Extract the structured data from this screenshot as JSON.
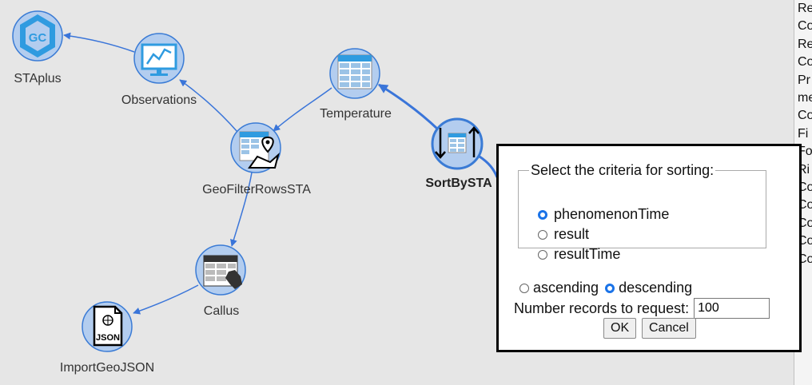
{
  "nodes": {
    "staplus": "STAplus",
    "observations": "Observations",
    "temperature": "Temperature",
    "geofilter": "GeoFilterRowsSTA",
    "sortbysta": "SortBySTA",
    "callus": "Callus",
    "importgeojson": "ImportGeoJSON",
    "json_badge": "JSON"
  },
  "right_panel": {
    "lines": [
      "Re",
      "Co",
      "Re",
      "Co",
      "Pr",
      "me",
      "Co",
      "Fi",
      "Fo",
      "Ri",
      "Co",
      "Co",
      "Co",
      "Co",
      "Co"
    ]
  },
  "dialog": {
    "legend": "Select the criteria for sorting:",
    "criteria": [
      {
        "label": "phenomenonTime",
        "checked": true
      },
      {
        "label": "result",
        "checked": false
      },
      {
        "label": "resultTime",
        "checked": false
      }
    ],
    "order": {
      "ascending_label": "ascending",
      "descending_label": "descending",
      "selected": "descending"
    },
    "records_label": "Number records to request:",
    "records_value": "100",
    "ok_label": "OK",
    "cancel_label": "Cancel"
  },
  "colors": {
    "background": "#e6e6e6",
    "node_fill": "#b3cdef",
    "node_stroke": "#3a7bd5",
    "edge": "#3a75d9"
  }
}
